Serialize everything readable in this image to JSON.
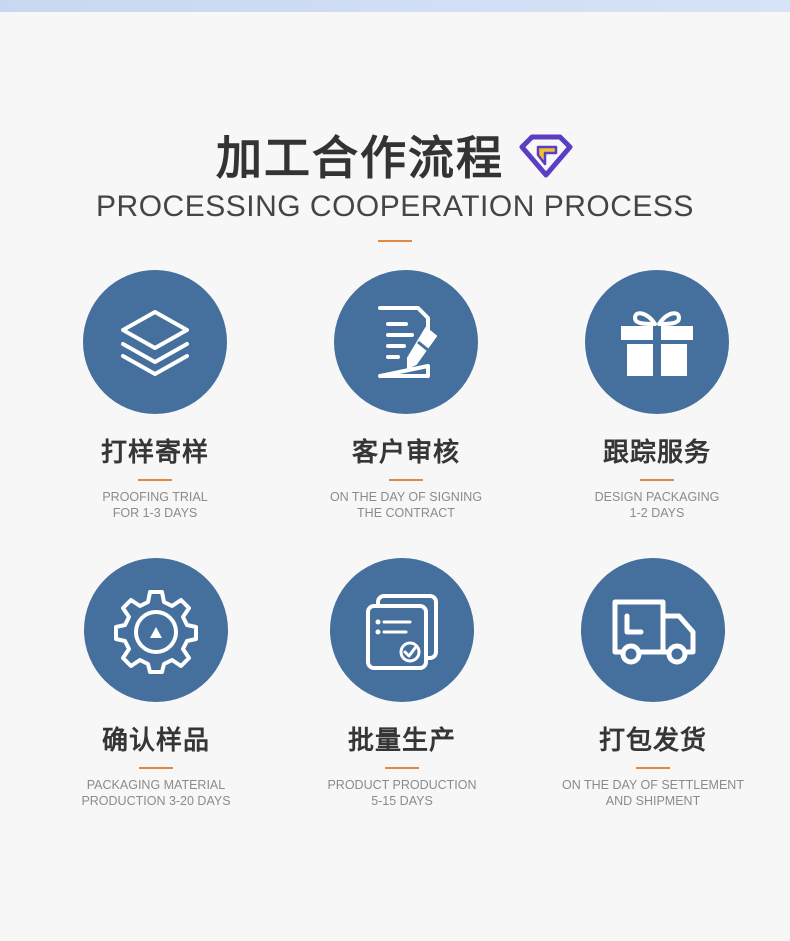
{
  "header": {
    "title_cn": "加工合作流程",
    "subtitle_en": "PROCESSING COOPERATION PROCESS",
    "badge_icon": "gem-icon"
  },
  "colors": {
    "circle_bg": "#456f9c",
    "accent": "#e08a42",
    "title": "#333333",
    "desc": "#8b8b8b",
    "gem_purple": "#5a3fc5",
    "gem_yellow": "#f4c12e"
  },
  "steps": [
    {
      "icon": "layers-icon",
      "title": "打样寄样",
      "desc_line1": "PROOFING TRIAL",
      "desc_line2": "FOR 1-3 DAYS"
    },
    {
      "icon": "contract-pen-icon",
      "title": "客户审核",
      "desc_line1": "ON THE DAY OF SIGNING",
      "desc_line2": "THE CONTRACT"
    },
    {
      "icon": "gift-icon",
      "title": "跟踪服务",
      "desc_line1": "DESIGN PACKAGING",
      "desc_line2": "1-2 DAYS"
    },
    {
      "icon": "gear-icon",
      "title": "确认样品",
      "desc_line1": "PACKAGING MATERIAL",
      "desc_line2": "PRODUCTION 3-20 DAYS"
    },
    {
      "icon": "checklist-document-icon",
      "title": "批量生产",
      "desc_line1": "PRODUCT PRODUCTION",
      "desc_line2": "5-15 DAYS"
    },
    {
      "icon": "delivery-truck-icon",
      "title": "打包发货",
      "desc_line1": "ON THE DAY OF SETTLEMENT",
      "desc_line2": "AND SHIPMENT"
    }
  ]
}
